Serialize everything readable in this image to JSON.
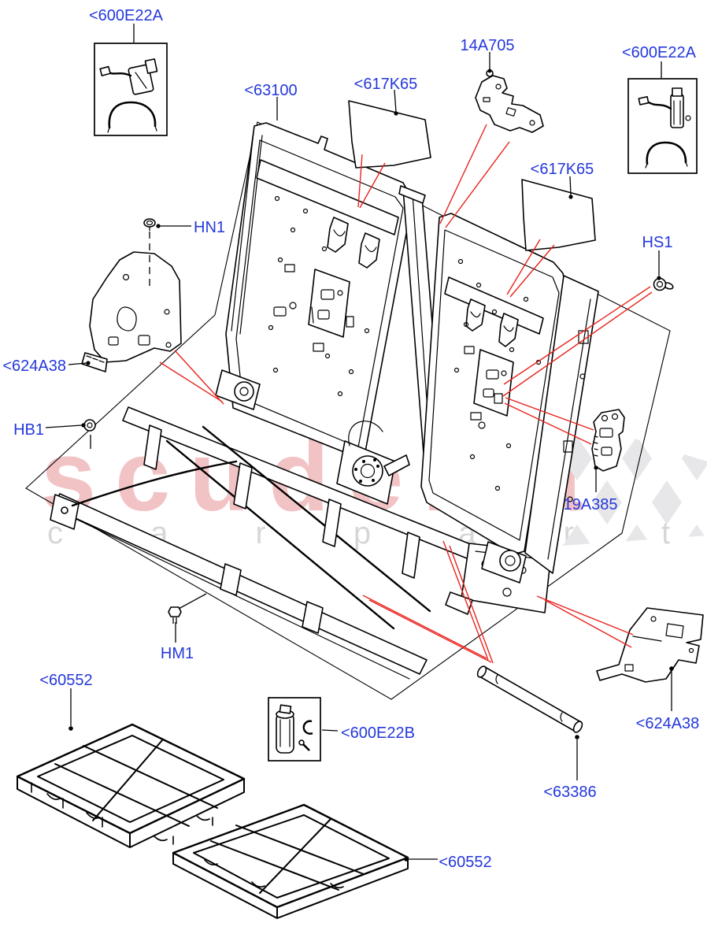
{
  "diagram": {
    "type": "exploded-parts-diagram",
    "subject": "rear seat back and cushion frame assembly",
    "labels": {
      "part_600e22a_left": "<600E22A",
      "part_63100": "<63100",
      "part_617k65_a": "<617K65",
      "part_14a705": "14A705",
      "part_600e22a_right": "<600E22A",
      "part_617k65_b": "<617K65",
      "part_hn1": "HN1",
      "part_624a38_left": "<624A38",
      "part_hb1": "HB1",
      "part_hs1": "HS1",
      "part_19a385": "19A385",
      "part_hm1": "HM1",
      "part_60552_a": "<60552",
      "part_600e22b": "<600E22B",
      "part_63386": "<63386",
      "part_624a38_right": "<624A38",
      "part_60552_b": "<60552"
    },
    "colors": {
      "label_blue": "#2438db",
      "leader_red": "#e8241f",
      "line_black": "#000000",
      "watermark_pink": "#f2c3c5",
      "watermark_gray": "#d7d7da",
      "checker_gray": "#e7e7ea",
      "background": "#ffffff"
    }
  },
  "watermark": {
    "brand": "scuderia",
    "tagline": "c a r p a r t s"
  }
}
